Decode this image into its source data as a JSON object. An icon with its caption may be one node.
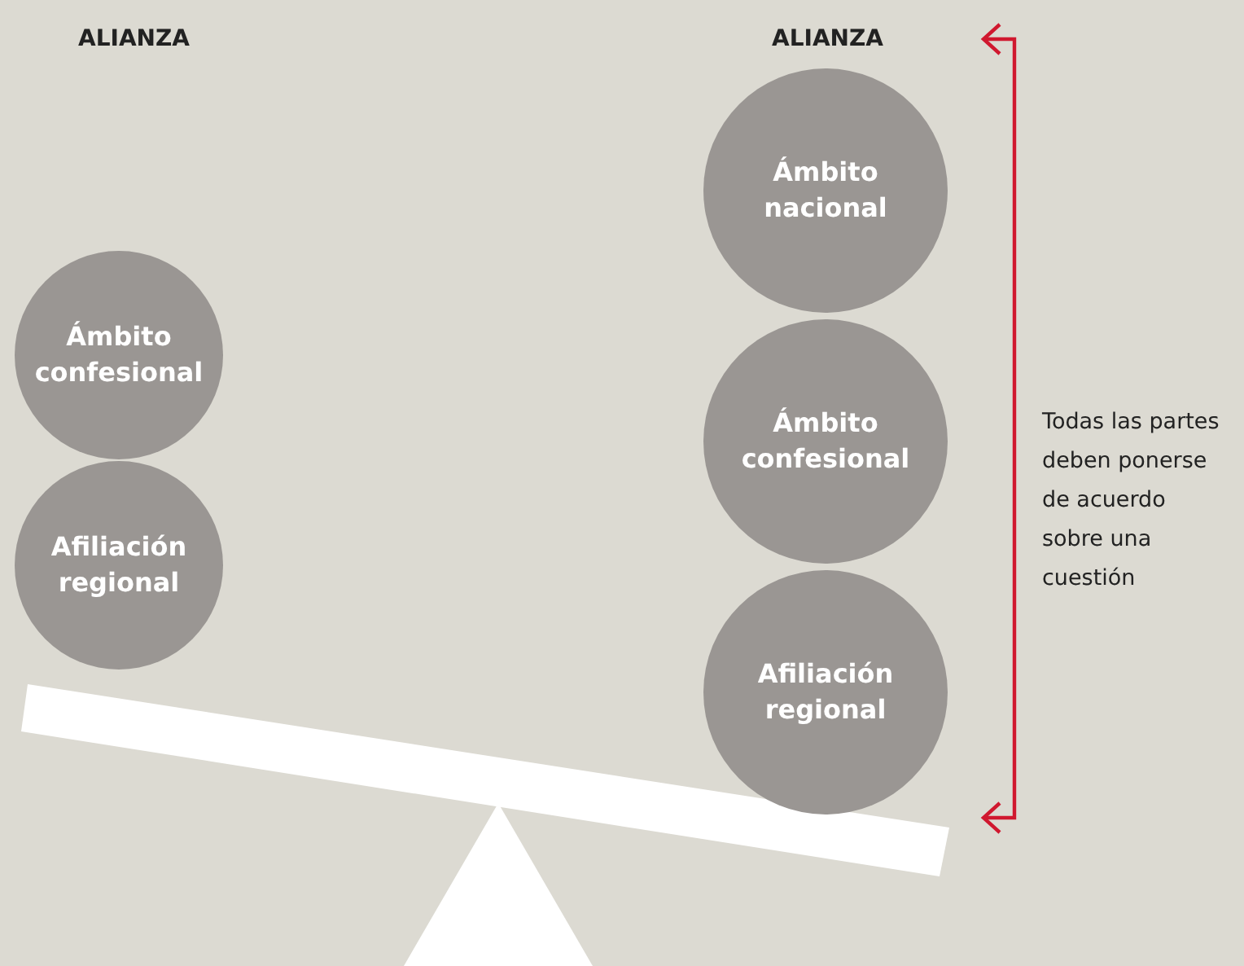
{
  "diagram": {
    "nodes": [
      {
        "text": [
          "Ámbito confesional"
        ]
      },
      {
        "text": [
          "Afiliación regional"
        ]
      },
      {
        "text": [
          "Ámbito nacional"
        ]
      },
      {
        "text": [
          "Ámbito confesional"
        ]
      },
      {
        "text": [
          "Afiliación regional"
        ]
      }
    ],
    "edges": [],
    "labels": [
      "ALIANZA",
      "ALIANZA",
      "Todas las partes deben ponerse de acuerdo sobre una cuestión"
    ]
  }
}
